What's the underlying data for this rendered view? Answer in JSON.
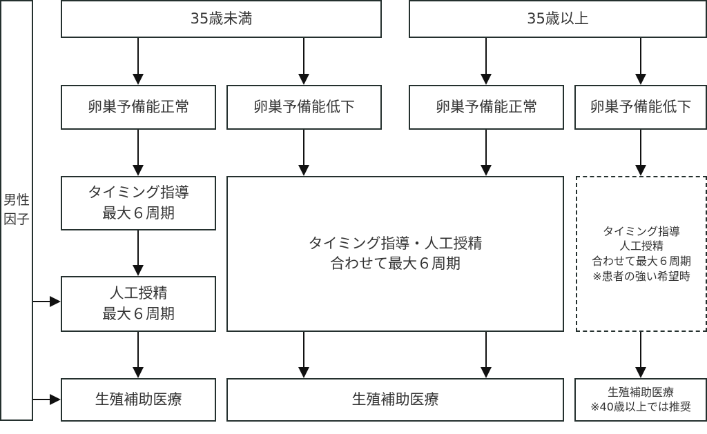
{
  "left": {
    "label": "男性因子"
  },
  "age": {
    "under35": "35歳未満",
    "over35": "35歳以上"
  },
  "reserve": [
    "卵巣予備能正常",
    "卵巣予備能低下",
    "卵巣予備能正常",
    "卵巣予備能低下"
  ],
  "timing": {
    "line1": "タイミング指導",
    "line2": "最大６周期"
  },
  "ai": {
    "line1": "人工授精",
    "line2": "最大６周期"
  },
  "combined": {
    "line1": "タイミング指導・人工授精",
    "line2": "合わせて最大６周期"
  },
  "optional": {
    "line1": "タイミング指導",
    "line2": "人工授精",
    "line3": "合わせて最大６周期",
    "line4": "※患者の強い希望時"
  },
  "art": [
    "生殖補助医療",
    "生殖補助医療"
  ],
  "art_last": {
    "line1": "生殖補助医療",
    "line2": "※40歳以上では推奨"
  }
}
